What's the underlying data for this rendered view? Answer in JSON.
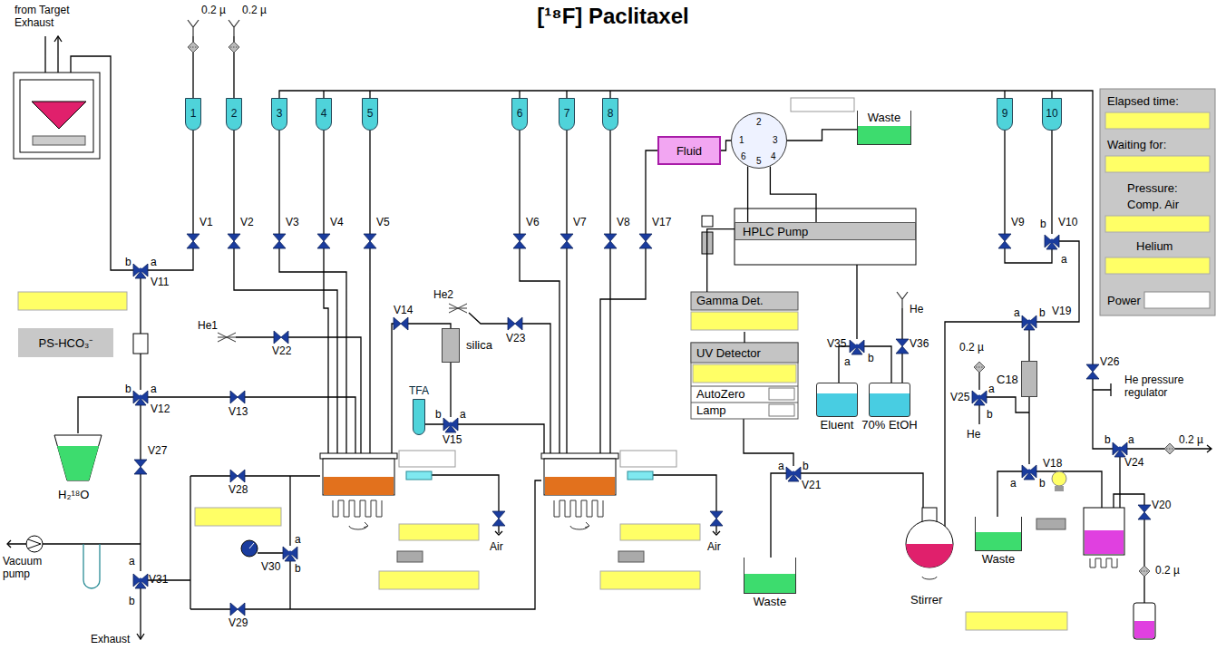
{
  "diagram": {
    "title": "[¹⁸F] Paclitaxel",
    "nodes": [
      {
        "text": [
          "1"
        ]
      },
      {
        "text": [
          "2"
        ]
      },
      {
        "text": [
          "3"
        ]
      },
      {
        "text": [
          "4"
        ]
      },
      {
        "text": [
          "5"
        ]
      },
      {
        "text": [
          "6"
        ]
      },
      {
        "text": [
          "7"
        ]
      },
      {
        "text": [
          "8"
        ]
      },
      {
        "text": [
          "Fluid"
        ]
      },
      {
        "text": [
          "1",
          "2",
          "3",
          "4",
          "5",
          "6"
        ]
      },
      {
        "text": [
          "Waste"
        ]
      },
      {
        "text": [
          "9"
        ]
      },
      {
        "text": [
          "10"
        ]
      },
      {
        "text": [
          "Elapsed time:",
          "Waiting for:",
          "Pressure:",
          "Comp. Air",
          "Helium",
          "Power"
        ]
      },
      {
        "text": [
          "HPLC Pump"
        ]
      },
      {
        "text": [
          "PS-HCO₃⁻"
        ]
      },
      {
        "text": [
          "silica"
        ]
      },
      {
        "text": [
          "TFA"
        ]
      },
      {
        "text": [
          "Gamma Det."
        ]
      },
      {
        "text": [
          "UV Detector",
          "AutoZero",
          "Lamp"
        ]
      },
      {
        "text": [
          "Eluent"
        ]
      },
      {
        "text": [
          "70% EtOH"
        ]
      },
      {
        "text": [
          "C18"
        ]
      },
      {
        "text": [
          "H₂¹⁸O"
        ]
      },
      {
        "text": [
          "Waste"
        ]
      },
      {
        "text": [
          "Stirrer"
        ]
      },
      {
        "text": [
          "Waste"
        ]
      }
    ],
    "edges": [
      {
        "from": 8,
        "to": 9,
        "arrow": "none"
      },
      {
        "from": 9,
        "to": 10,
        "arrow": "none"
      },
      {
        "from": 14,
        "to": 9,
        "arrow": "none"
      },
      {
        "from": 9,
        "to": 18,
        "arrow": "none"
      },
      {
        "from": 18,
        "to": 19,
        "arrow": "none"
      }
    ],
    "labels": [
      "from Target Exhaust",
      "0.2 µ",
      "0.2 µ",
      "V1",
      "V2",
      "V3",
      "V4",
      "V5",
      "V6",
      "V7",
      "V8",
      "V17",
      "V9",
      "b",
      "V10",
      "a",
      "b",
      "a",
      "V11",
      "b",
      "a",
      "V12",
      "V13",
      "He1",
      "V22",
      "V14",
      "He2",
      "V23",
      "b",
      "a",
      "V15",
      "V27",
      "V28",
      "V30",
      "b",
      "a",
      "Vacuum pump",
      "a",
      "V31",
      "b",
      "V29",
      "Exhaust",
      "Air",
      "Air",
      "V35",
      "a",
      "b",
      "He",
      "V36",
      "a",
      "b",
      "V21",
      "V19",
      "a",
      "b",
      "0.2 µ",
      "V25",
      "a",
      "b",
      "He",
      "V18",
      "a",
      "b",
      "V26",
      "He pressure regulator",
      "b",
      "a",
      "V24",
      "0.2 µ",
      "V20",
      "0.2 µ"
    ]
  }
}
